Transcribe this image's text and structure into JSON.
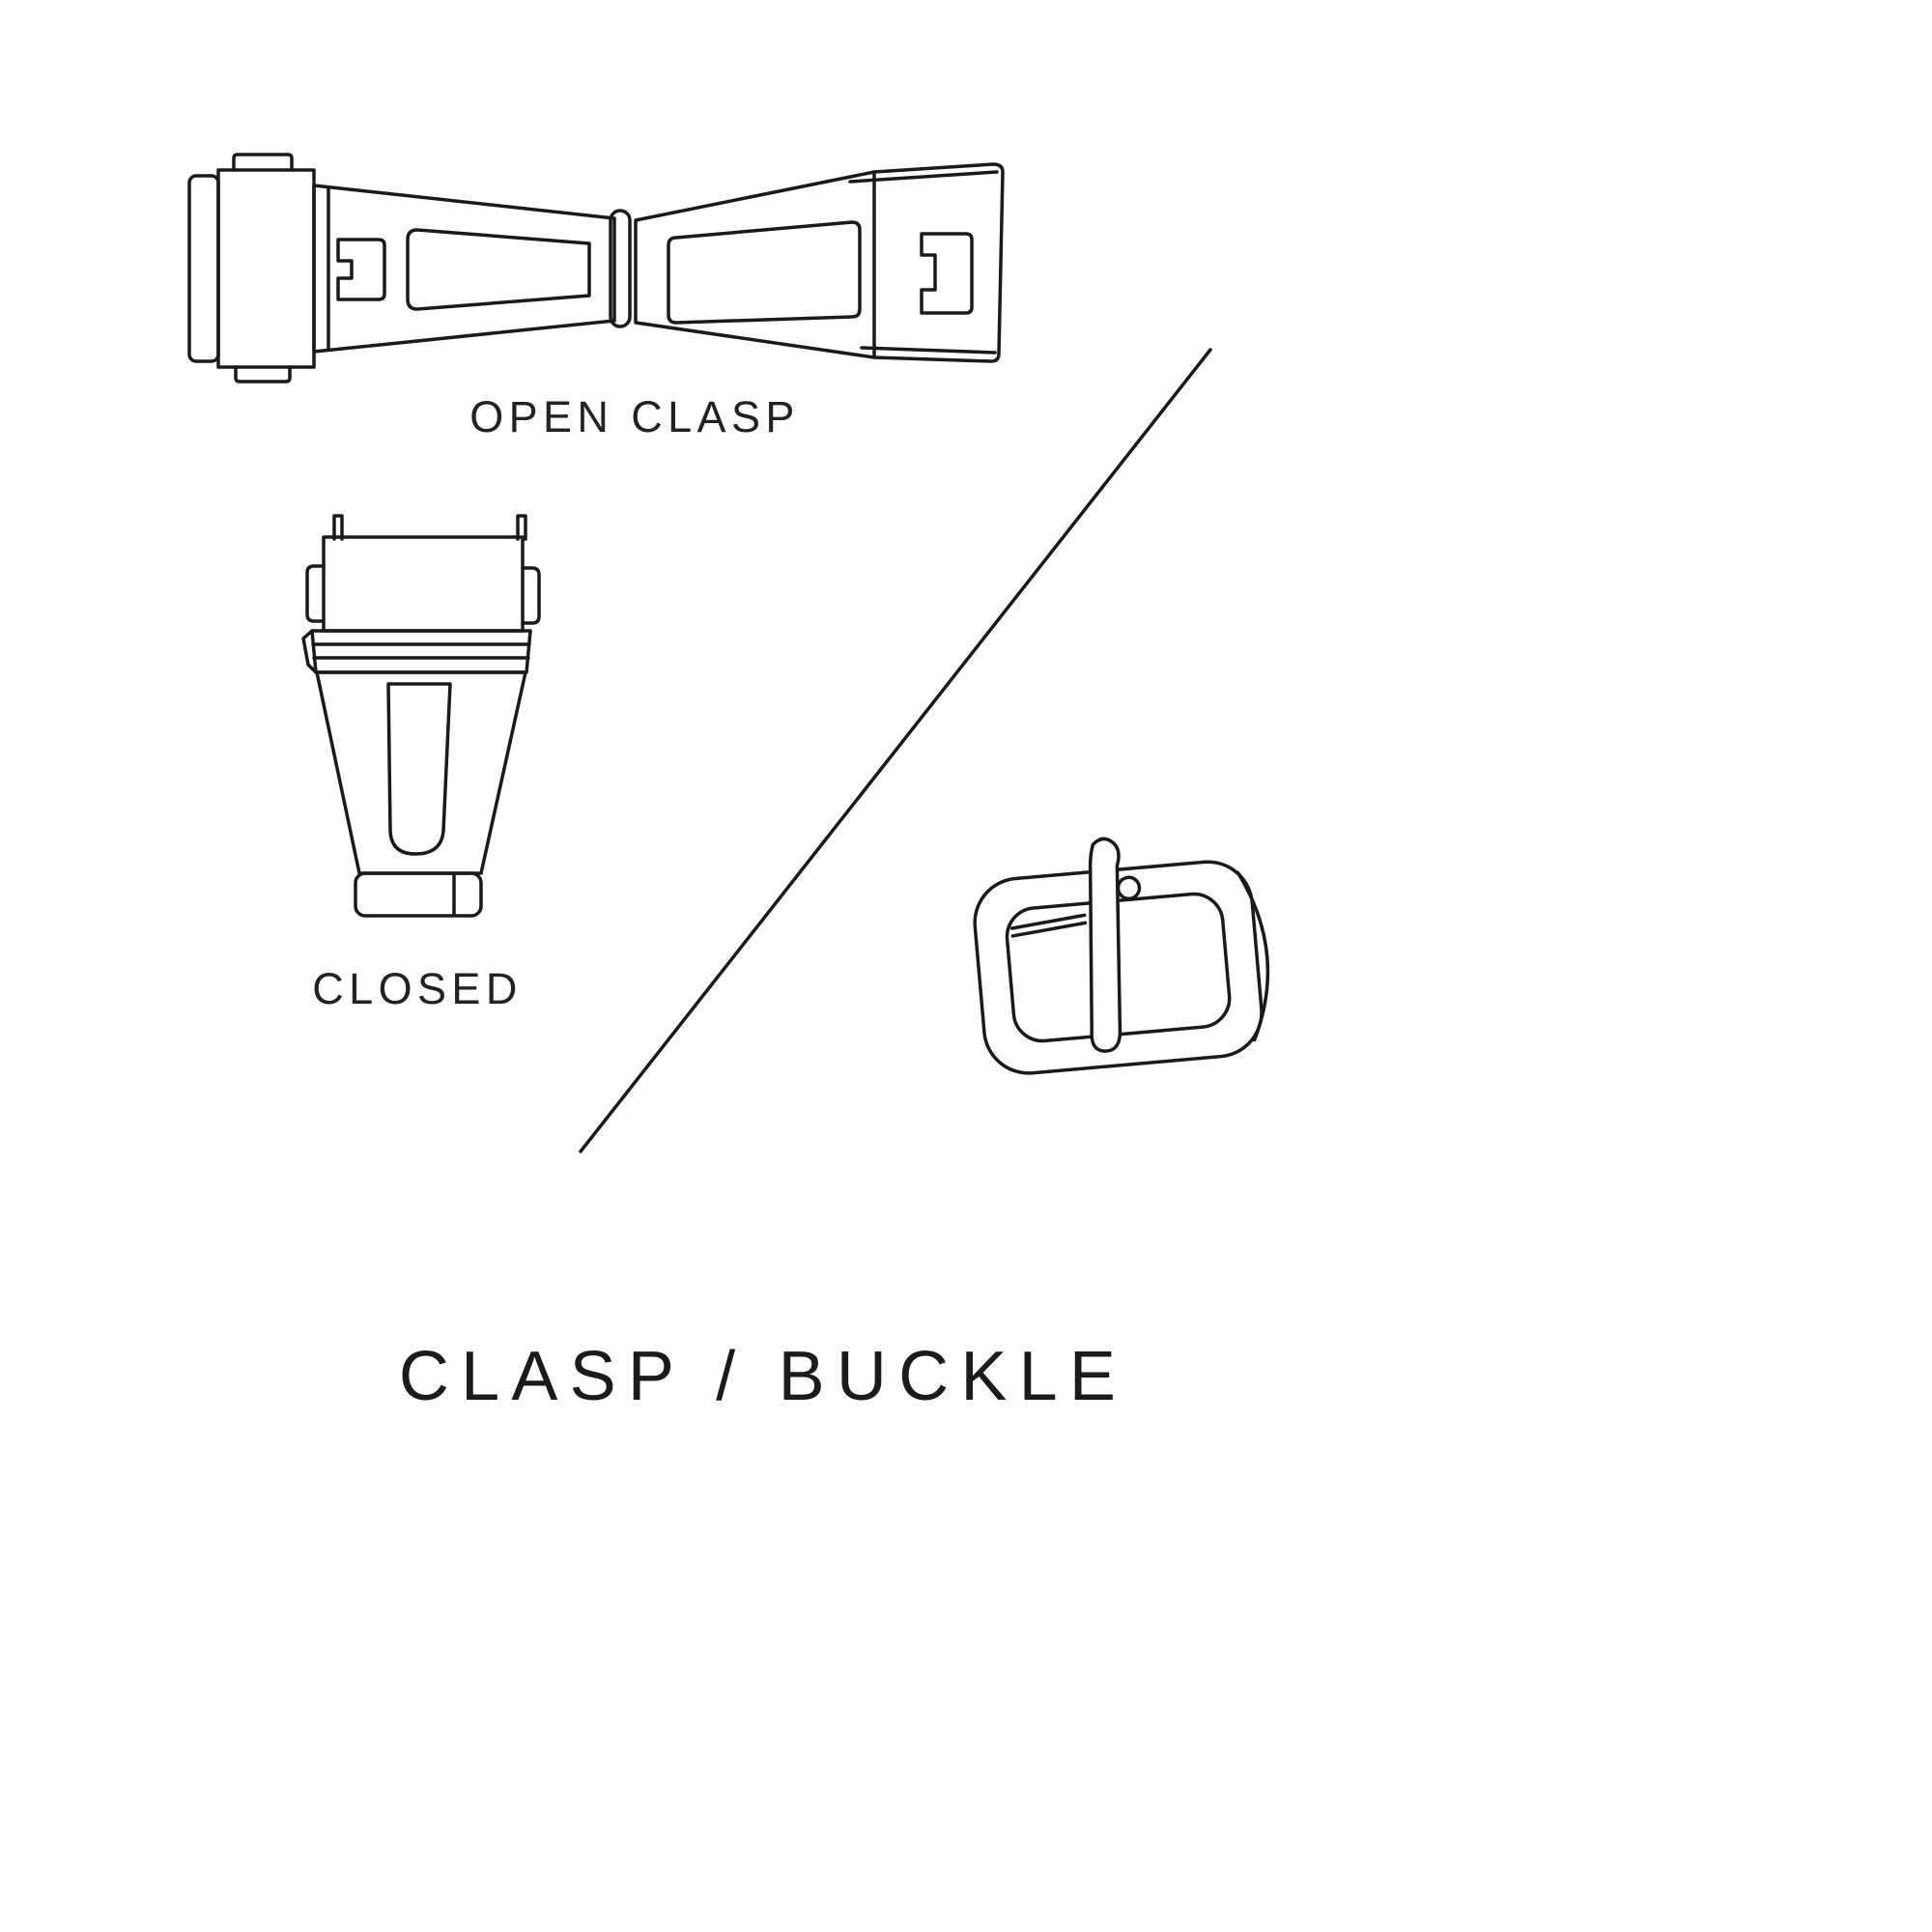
{
  "canvas": {
    "background": "#ffffff",
    "stroke_color": "#1a1a1a"
  },
  "figures": {
    "open_clasp": {
      "icon": "open-clasp-illustration",
      "label": "OPEN CLASP"
    },
    "closed_clasp": {
      "icon": "closed-clasp-illustration",
      "label": "CLOSED"
    },
    "buckle": {
      "icon": "buckle-illustration"
    },
    "divider": {
      "icon": "divider-line"
    }
  },
  "title": "CLASP / BUCKLE"
}
